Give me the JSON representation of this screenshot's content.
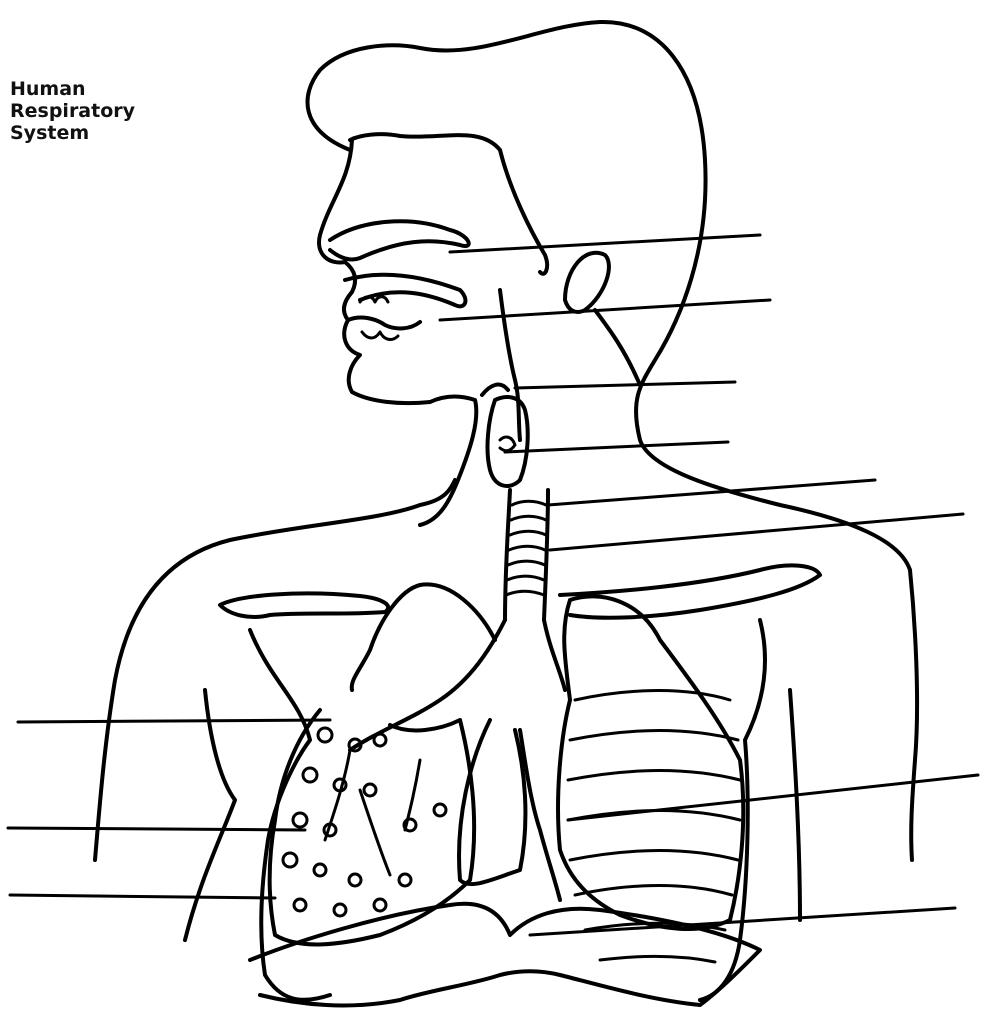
{
  "title": {
    "line1": "Human",
    "line2": "Respiratory",
    "line3": "System"
  },
  "colors": {
    "ink": "#000000",
    "background": "#ffffff"
  },
  "labels": {
    "right_blanks": 8,
    "left_blanks": 3
  }
}
